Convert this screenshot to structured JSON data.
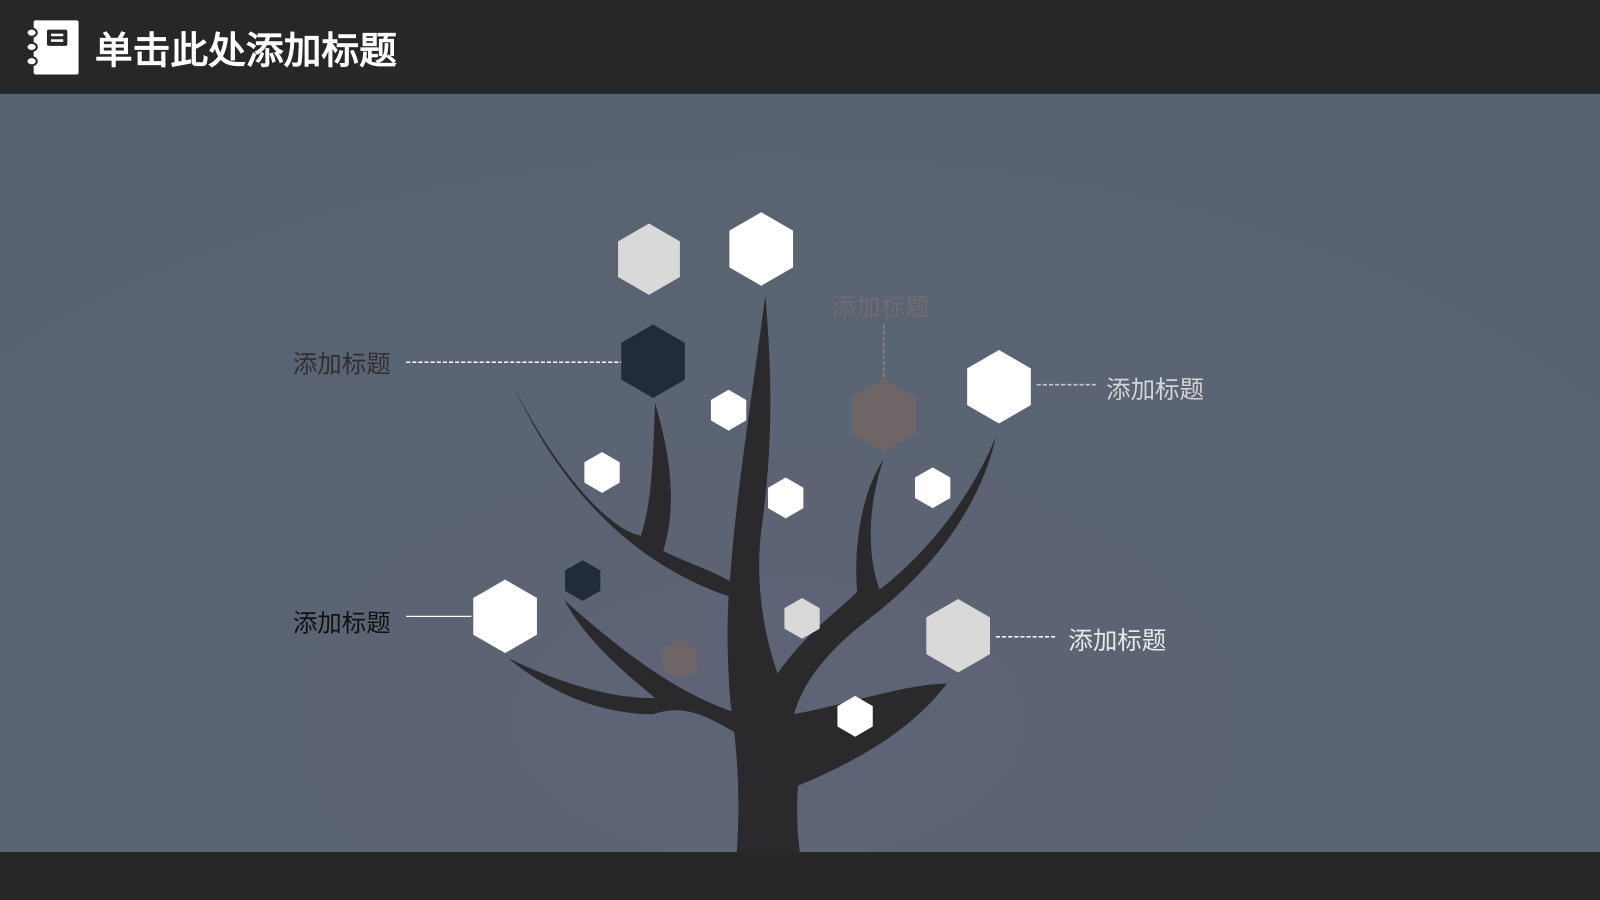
{
  "header": {
    "title": "单击此处添加标题",
    "icon": "notebook-icon"
  },
  "labels": {
    "top_left": "添加标题",
    "top_center": "添加标题",
    "right_upper": "添加标题",
    "right_lower": "添加标题",
    "bottom_left": "添加标题"
  },
  "colors": {
    "header_bg": "#272727",
    "slide_bg": "#5a6472",
    "tree": "#2a2a2d",
    "hex_white": "#ffffff",
    "hex_light": "#d9d9d9",
    "hex_dark": "#222b38",
    "hex_brown": "#6e6567"
  }
}
